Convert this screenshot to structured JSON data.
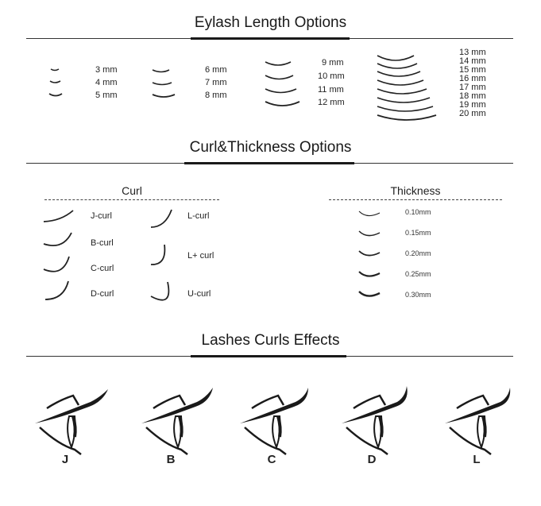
{
  "sections": {
    "length": {
      "title": "Eylash Length Options"
    },
    "curl_thickness": {
      "title": "Curl&Thickness Options"
    },
    "effects": {
      "title": "Lashes Curls Effects"
    }
  },
  "length_options": {
    "group1": [
      "3 mm",
      "4 mm",
      "5 mm"
    ],
    "group2": [
      "6 mm",
      "7 mm",
      "8 mm"
    ],
    "group3": [
      "9 mm",
      "10 mm",
      "11 mm",
      "12 mm"
    ],
    "group4": [
      "13 mm",
      "14 mm",
      "15 mm",
      "16 mm",
      "17 mm",
      "18 mm",
      "19 mm",
      "20 mm"
    ]
  },
  "curl": {
    "title": "Curl",
    "left": [
      "J-curl",
      "B-curl",
      "C-curl",
      "D-curl"
    ],
    "right": [
      "L-curl",
      "L+ curl",
      "U-curl"
    ]
  },
  "thickness": {
    "title": "Thickness",
    "values": [
      "0.10mm",
      "0.15mm",
      "0.20mm",
      "0.25mm",
      "0.30mm"
    ]
  },
  "effects": {
    "letters": [
      "J",
      "B",
      "C",
      "D",
      "L"
    ]
  }
}
